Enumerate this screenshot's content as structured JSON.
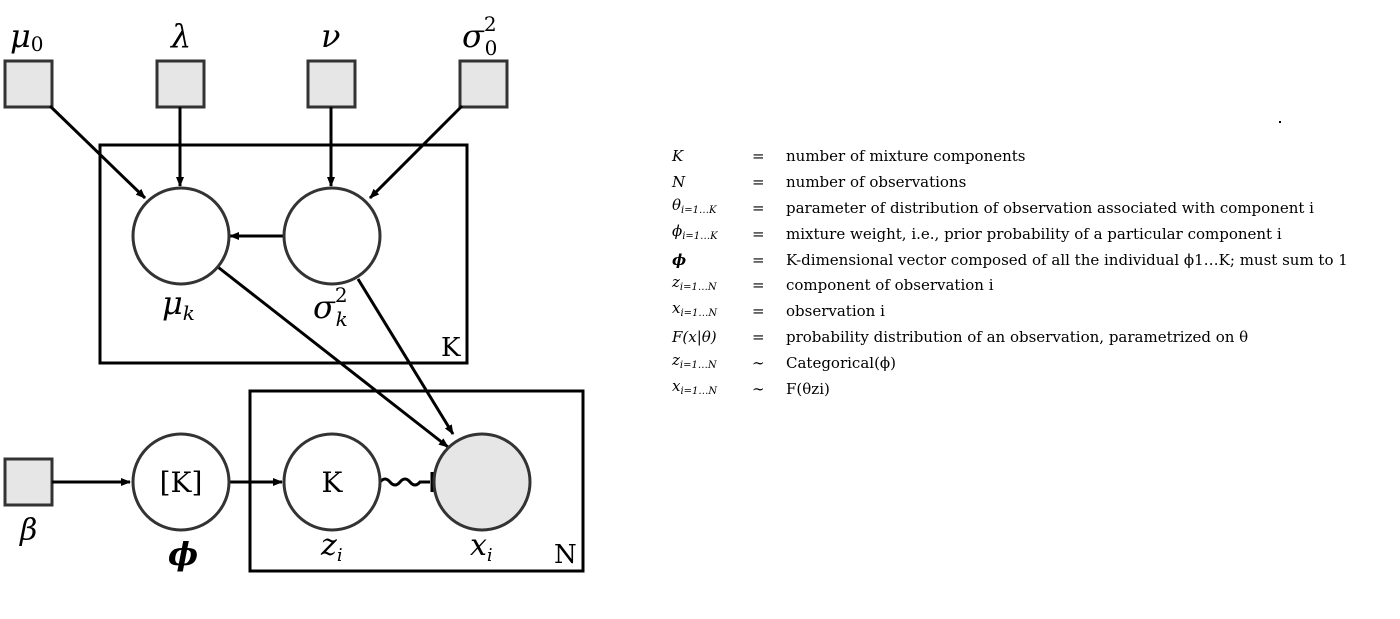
{
  "diagram": {
    "hyperparameters": {
      "mu0": {
        "base": "μ",
        "sub": "0"
      },
      "lambda": {
        "base": "λ"
      },
      "nu": {
        "base": "ν"
      },
      "sigma0": {
        "base": "σ",
        "sub": "0",
        "sup": "2"
      },
      "beta": {
        "base": "β"
      }
    },
    "nodes": {
      "mu_k": {
        "base": "μ",
        "sub": "k"
      },
      "sigma_k": {
        "base": "σ",
        "sub": "k",
        "sup": "2"
      },
      "phi": {
        "label": "[K]",
        "caption": "ϕ"
      },
      "z_i": {
        "label": "K",
        "base": "z",
        "sub": "i"
      },
      "x_i": {
        "base": "x",
        "sub": "i"
      }
    },
    "plates": {
      "components": "K",
      "observations": "N"
    }
  },
  "legend": [
    {
      "sym": "K",
      "sub": "",
      "rel": "=",
      "desc": "number of mixture components"
    },
    {
      "sym": "N",
      "sub": "",
      "rel": "=",
      "desc": "number of observations"
    },
    {
      "sym": "θ",
      "sub": "i=1…K",
      "rel": "=",
      "desc": "parameter of distribution of observation associated with component i"
    },
    {
      "sym": "ϕ",
      "sub": "i=1…K",
      "rel": "=",
      "desc": "mixture weight, i.e., prior probability of a particular component i"
    },
    {
      "sym": "ϕ",
      "sub": "",
      "rel": "=",
      "desc": "K-dimensional vector composed of all the individual ϕ1…K; must sum to 1"
    },
    {
      "sym": "z",
      "sub": "i=1…N",
      "rel": "=",
      "desc": "component of observation i"
    },
    {
      "sym": "x",
      "sub": "i=1…N",
      "rel": "=",
      "desc": "observation i"
    },
    {
      "sym": "F(x|θ)",
      "sub": "",
      "rel": "=",
      "desc": "probability distribution of an observation, parametrized on θ"
    },
    {
      "sym": "z",
      "sub": "i=1…N",
      "rel": "∼",
      "desc": "Categorical(ϕ)"
    },
    {
      "sym": "x",
      "sub": "i=1…N",
      "rel": "∼",
      "desc": "F(θzi)"
    }
  ]
}
